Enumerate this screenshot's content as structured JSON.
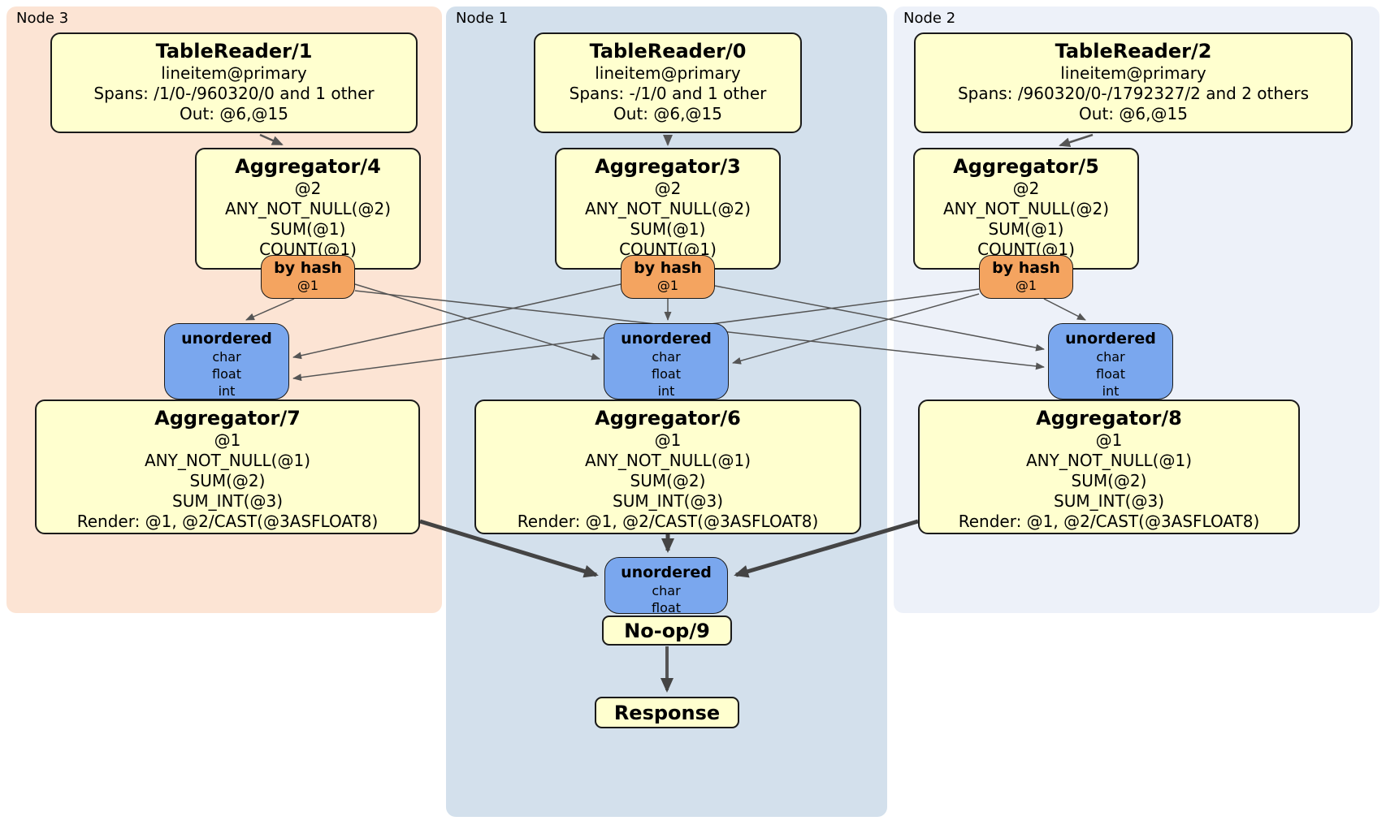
{
  "diagram": {
    "title": "distributed query plan",
    "node_groups": [
      {
        "label": "Node 3",
        "table_reader": {
          "title": "TableReader/1",
          "lines": [
            "lineitem@primary",
            "Spans: /1/0-/960320/0 and 1 other",
            "Out: @6,@15"
          ]
        },
        "aggregator_top": {
          "title": "Aggregator/4",
          "lines": [
            "@2",
            "ANY_NOT_NULL(@2)",
            "SUM(@1)",
            "COUNT(@1)"
          ]
        },
        "router": {
          "title": "by hash",
          "lines": [
            "@1"
          ]
        },
        "sync": {
          "title": "unordered",
          "lines": [
            "char",
            "float",
            "int"
          ]
        },
        "aggregator_bottom": {
          "title": "Aggregator/7",
          "lines": [
            "@1",
            "ANY_NOT_NULL(@1)",
            "SUM(@2)",
            "SUM_INT(@3)",
            "Render: @1, @2/CAST(@3ASFLOAT8)"
          ]
        }
      },
      {
        "label": "Node 1",
        "table_reader": {
          "title": "TableReader/0",
          "lines": [
            "lineitem@primary",
            "Spans: -/1/0 and 1 other",
            "Out: @6,@15"
          ]
        },
        "aggregator_top": {
          "title": "Aggregator/3",
          "lines": [
            "@2",
            "ANY_NOT_NULL(@2)",
            "SUM(@1)",
            "COUNT(@1)"
          ]
        },
        "router": {
          "title": "by hash",
          "lines": [
            "@1"
          ]
        },
        "sync": {
          "title": "unordered",
          "lines": [
            "char",
            "float",
            "int"
          ]
        },
        "aggregator_bottom": {
          "title": "Aggregator/6",
          "lines": [
            "@1",
            "ANY_NOT_NULL(@1)",
            "SUM(@2)",
            "SUM_INT(@3)",
            "Render: @1, @2/CAST(@3ASFLOAT8)"
          ]
        }
      },
      {
        "label": "Node 2",
        "table_reader": {
          "title": "TableReader/2",
          "lines": [
            "lineitem@primary",
            "Spans: /960320/0-/1792327/2 and 2 others",
            "Out: @6,@15"
          ]
        },
        "aggregator_top": {
          "title": "Aggregator/5",
          "lines": [
            "@2",
            "ANY_NOT_NULL(@2)",
            "SUM(@1)",
            "COUNT(@1)"
          ]
        },
        "router": {
          "title": "by hash",
          "lines": [
            "@1"
          ]
        },
        "sync": {
          "title": "unordered",
          "lines": [
            "char",
            "float",
            "int"
          ]
        },
        "aggregator_bottom": {
          "title": "Aggregator/8",
          "lines": [
            "@1",
            "ANY_NOT_NULL(@1)",
            "SUM(@2)",
            "SUM_INT(@3)",
            "Render: @1, @2/CAST(@3ASFLOAT8)"
          ]
        }
      }
    ],
    "final_stage": {
      "sync": {
        "title": "unordered",
        "lines": [
          "char",
          "float"
        ]
      },
      "noop_label": "No-op/9",
      "response_label": "Response"
    },
    "colors": {
      "node3_bg": "#fce4d4",
      "node1_bg": "#d3e0ec",
      "node2_bg": "#edf1f9",
      "processor_fill": "#ffffcf",
      "router_fill": "#f4a460",
      "sync_fill": "#7aa7ee",
      "edge_thin": "#555555",
      "edge_thick": "#444444",
      "border": "#1a1a1a"
    }
  }
}
